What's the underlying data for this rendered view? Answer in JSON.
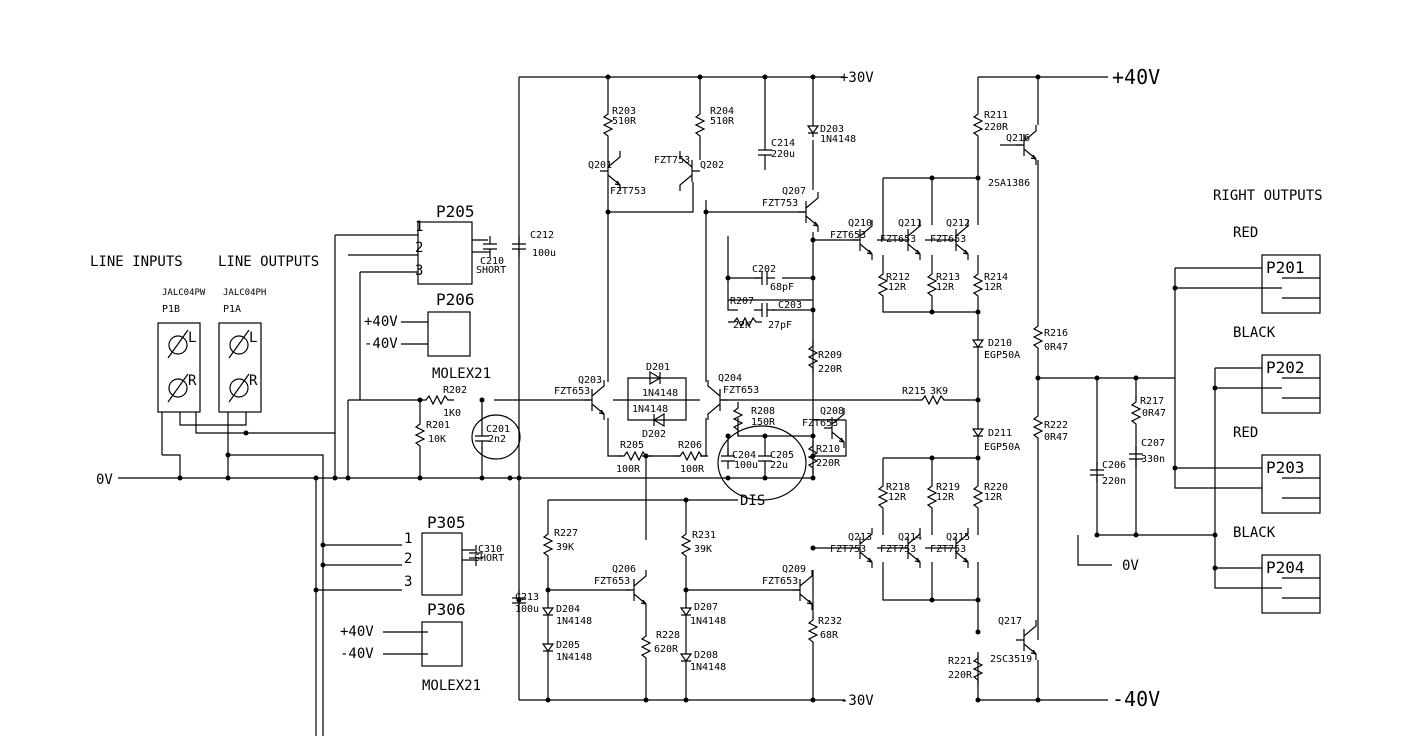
{
  "rails": {
    "p30": "+30V",
    "m30": "-30V",
    "p40": "+40V",
    "m40": "-40V",
    "gnd": "0V",
    "gnd_out": "0V",
    "dis": "DIS"
  },
  "headers": {
    "line_inputs": "LINE INPUTS",
    "line_outputs": "LINE OUTPUTS",
    "right_outputs": "RIGHT OUTPUTS"
  },
  "jacks": {
    "p1b_part": "JALC04PW",
    "p1b": "P1B",
    "p1a_part": "JALC04PH",
    "p1a": "P1A",
    "l": "L",
    "r": "R"
  },
  "connectors": {
    "p205": "P205",
    "p206": "P206",
    "p305": "P305",
    "p306": "P306",
    "molex_a": "MOLEX21",
    "molex_b": "MOLEX21",
    "pin1": "1",
    "pin2": "2",
    "pin3": "3",
    "plus40": "+40V",
    "minus40": "-40V",
    "p201": "P201",
    "p202": "P202",
    "p203": "P203",
    "p204": "P204",
    "red1": "RED",
    "black1": "BLACK",
    "red2": "RED",
    "black2": "BLACK"
  },
  "resistors": {
    "r203": "R203",
    "r203v": "510R",
    "r204": "R204",
    "r204v": "510R",
    "r202": "R202",
    "r202v": "1K0",
    "r201": "R201",
    "r201v": "10K",
    "r205": "R205",
    "r205v": "100R",
    "r206": "R206",
    "r206v": "100R",
    "r207": "R207",
    "r207v": "22K",
    "r208": "R208",
    "r208v": "150R",
    "r209": "R209",
    "r209v": "220R",
    "r210": "R210",
    "r210v": "220R",
    "r211": "R211",
    "r211v": "220R",
    "r212": "R212",
    "r212v": "12R",
    "r213": "R213",
    "r213v": "12R",
    "r214": "R214",
    "r214v": "12R",
    "r215": "R215",
    "r215v": "3K9",
    "r216": "R216",
    "r216v": "0R47",
    "r217": "R217",
    "r217v": "0R47",
    "r218": "R218",
    "r218v": "12R",
    "r219": "R219",
    "r219v": "12R",
    "r220": "R220",
    "r220v": "12R",
    "r221": "R221",
    "r221v": "220R",
    "r222": "R222",
    "r222v": "0R47",
    "r227": "R227",
    "r227v": "39K",
    "r228": "R228",
    "r228v": "620R",
    "r231": "R231",
    "r231v": "39K",
    "r232": "R232",
    "r232v": "68R"
  },
  "capacitors": {
    "c201": "C201",
    "c201v": "2n2",
    "c202": "C202",
    "c202v": "68pF",
    "c203": "C203",
    "c203v": "27pF",
    "c204": "C204",
    "c204v": "100u",
    "c205": "C205",
    "c205v": "22u",
    "c206": "C206",
    "c206v": "220n",
    "c207": "C207",
    "c207v": "330n",
    "c210": "C210",
    "c210v": "SHORT",
    "c212": "C212",
    "c212v": "100u",
    "c213": "C213",
    "c213v": "100u",
    "c214": "C214",
    "c214v": "220u",
    "c310": "C310",
    "c310v": "SHORT"
  },
  "diodes": {
    "d201": "D201",
    "d201v": "1N4148",
    "d202": "D202",
    "d202v": "1N4148",
    "d203": "D203",
    "d203v": "1N4148",
    "d204": "D204",
    "d204v": "1N4148",
    "d205": "D205",
    "d205v": "1N4148",
    "d207": "D207",
    "d207v": "1N4148",
    "d208": "D208",
    "d208v": "1N4148",
    "d210": "D210",
    "d210v": "EGP50A",
    "d211": "D211",
    "d211v": "EGP50A"
  },
  "transistors": {
    "q201": "Q201",
    "q201v": "FZT753",
    "q202": "Q202",
    "q202v": "FZT753",
    "q203": "Q203",
    "q203v": "FZT653",
    "q204": "Q204",
    "q204v": "FZT653",
    "q206": "Q206",
    "q206v": "FZT653",
    "q207": "Q207",
    "q207v": "FZT753",
    "q208": "Q208",
    "q208v": "FZT653",
    "q209": "Q209",
    "q209v": "FZT653",
    "q210": "Q210",
    "q210v": "FZT653",
    "q211": "Q211",
    "q211v": "FZT653",
    "q212": "Q212",
    "q212v": "FZT653",
    "q213": "Q213",
    "q213v": "FZT753",
    "q214": "Q214",
    "q214v": "FZT753",
    "q215": "Q215",
    "q215v": "FZT753",
    "q216": "Q216",
    "q216v": "2SA1386",
    "q217": "Q217",
    "q217v": "2SC3519"
  }
}
